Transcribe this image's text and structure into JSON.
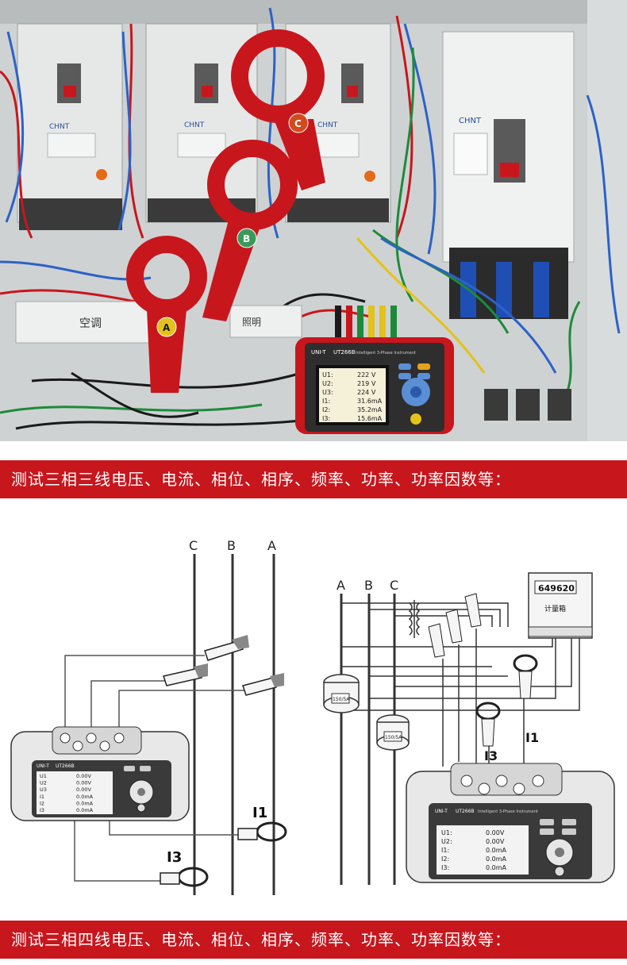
{
  "banners": {
    "top": "测试三相三线电压、电流、相位、相序、频率、功率、功率因数等：",
    "bottom": "测试三相四线电压、电流、相位、相序、频率、功率、功率因数等："
  },
  "photo": {
    "clamp_labels": [
      "A",
      "B",
      "C"
    ],
    "breaker_brand": "CHNT",
    "handwritten_labels": [
      "空调",
      "照明"
    ],
    "device": {
      "brand": "UNI-T",
      "model": "UT266B",
      "subtitle": "Intelligent 3-Phase Instrument",
      "screen_rows": [
        {
          "label": "U1:",
          "value": "222 V"
        },
        {
          "label": "U2:",
          "value": "219 V"
        },
        {
          "label": "U3:",
          "value": "224 V"
        },
        {
          "label": "I1:",
          "value": "31.6mA"
        },
        {
          "label": "I2:",
          "value": "35.2mA"
        },
        {
          "label": "I3:",
          "value": "15.6mA"
        }
      ]
    }
  },
  "diagram_left": {
    "phase_labels": [
      "C",
      "B",
      "A"
    ],
    "clamp_labels": [
      "I1",
      "I3"
    ],
    "device": {
      "brand": "UNI-T",
      "model": "UT266B",
      "screen_rows": [
        {
          "label": "U1",
          "value": "0.00V"
        },
        {
          "label": "U2",
          "value": "0.00V"
        },
        {
          "label": "U3",
          "value": "0.00V"
        },
        {
          "label": "I1",
          "value": "0.0mA"
        },
        {
          "label": "I2",
          "value": "0.0mA"
        },
        {
          "label": "I3",
          "value": "0.0mA"
        }
      ]
    }
  },
  "diagram_right": {
    "phase_labels": [
      "A",
      "B",
      "C"
    ],
    "ct_label": "150/5A",
    "meter_reading": "649620",
    "meter_label": "计量箱",
    "clamp_labels": [
      "I1",
      "I3"
    ],
    "device": {
      "brand": "UNI-T",
      "model": "UT266B",
      "subtitle": "Intelligent 3-Phase Instrument",
      "screen_rows": [
        {
          "label": "U1:",
          "value": "0.00V"
        },
        {
          "label": "U2:",
          "value": "0.00V"
        },
        {
          "label": "I1:",
          "value": "0.0mA"
        },
        {
          "label": "I2:",
          "value": "0.0mA"
        },
        {
          "label": "I3:",
          "value": "0.0mA"
        }
      ]
    }
  }
}
